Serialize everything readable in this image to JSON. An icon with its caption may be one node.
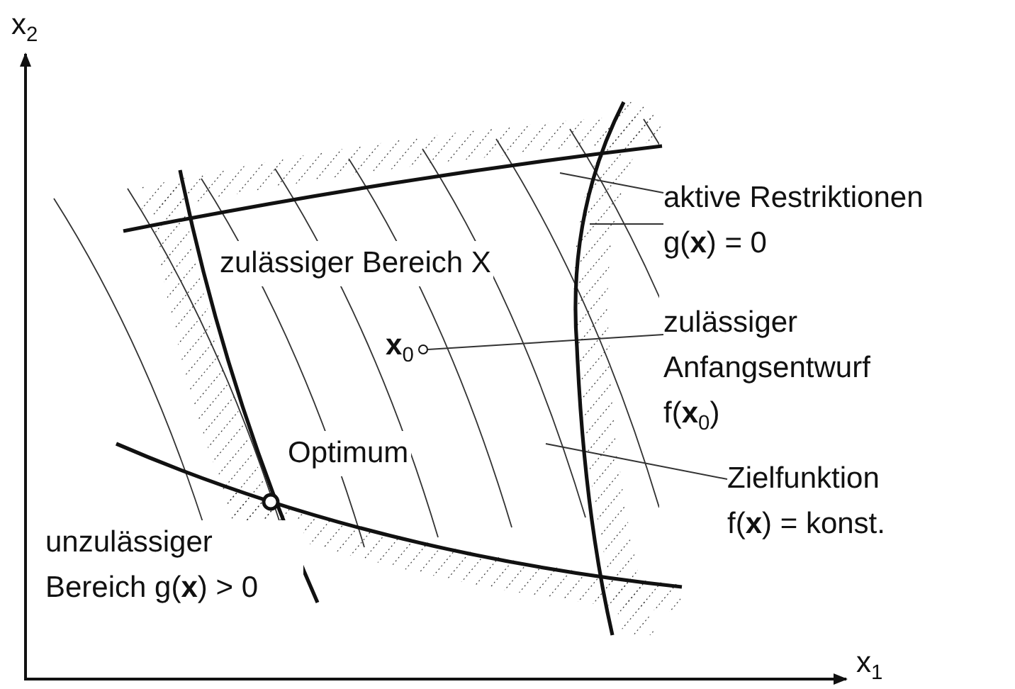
{
  "diagram": {
    "nodes": [
      {
        "text": [
          "aktive Restriktionen",
          "g(**x**) = 0"
        ]
      },
      {
        "text": [],
        "shape": "circle"
      },
      {
        "text": [
          "zulässiger Anfangsentwurf",
          "f(**x**$_{0}$)"
        ]
      },
      {
        "text": [
          "Zielfunktion",
          "f(**x**) = konst."
        ]
      }
    ],
    "edges": [
      {
        "from": 0,
        "to": null,
        "arrow": "none"
      },
      {
        "from": 0,
        "to": null,
        "arrow": "none"
      },
      {
        "from": 2,
        "to": 1,
        "arrow": "none"
      },
      {
        "from": 3,
        "to": null,
        "arrow": "none"
      }
    ],
    "labels": [
      "x$_{2}$",
      "x$_{1}$",
      "zulässiger Bereich X",
      "**x**$_{0}$",
      "Optimum",
      "unzulässiger Bereich g(**x**) > 0"
    ]
  }
}
